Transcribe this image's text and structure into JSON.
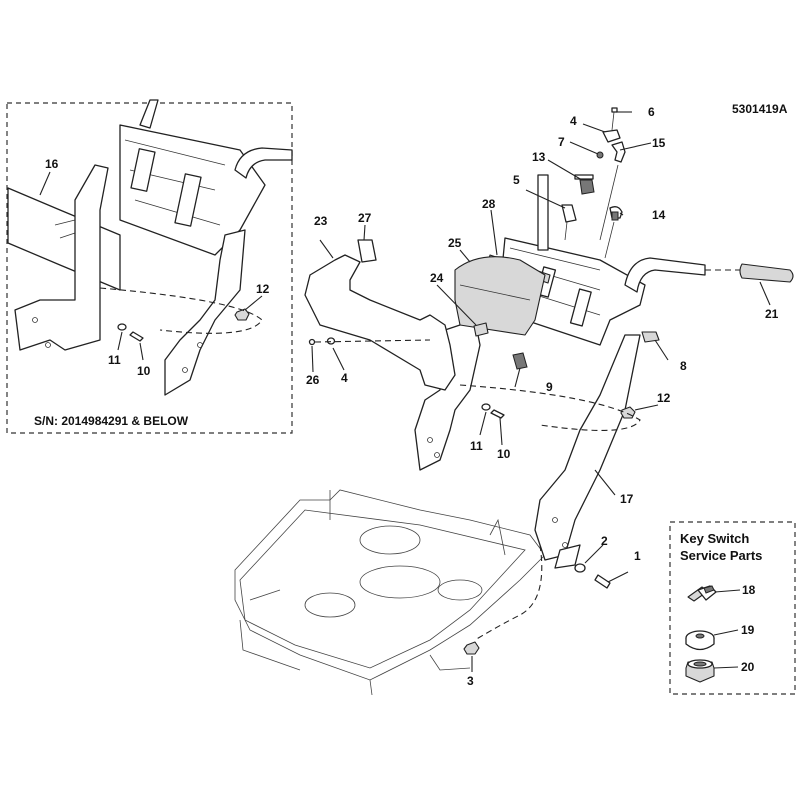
{
  "drawing_number": "5301419A",
  "inset": {
    "serial_note": "S/N: 2014984291 & BELOW",
    "callouts": [
      "16",
      "12",
      "11",
      "10"
    ]
  },
  "main_callouts": [
    "1",
    "2",
    "3",
    "4",
    "5",
    "6",
    "7",
    "8",
    "9",
    "10",
    "11",
    "12",
    "13",
    "14",
    "15",
    "17",
    "21",
    "23",
    "24",
    "25",
    "26",
    "27",
    "28",
    "4"
  ],
  "key_switch_box": {
    "title_line1": "Key Switch",
    "title_line2": "Service Parts",
    "callouts": [
      "18",
      "19",
      "20"
    ]
  }
}
